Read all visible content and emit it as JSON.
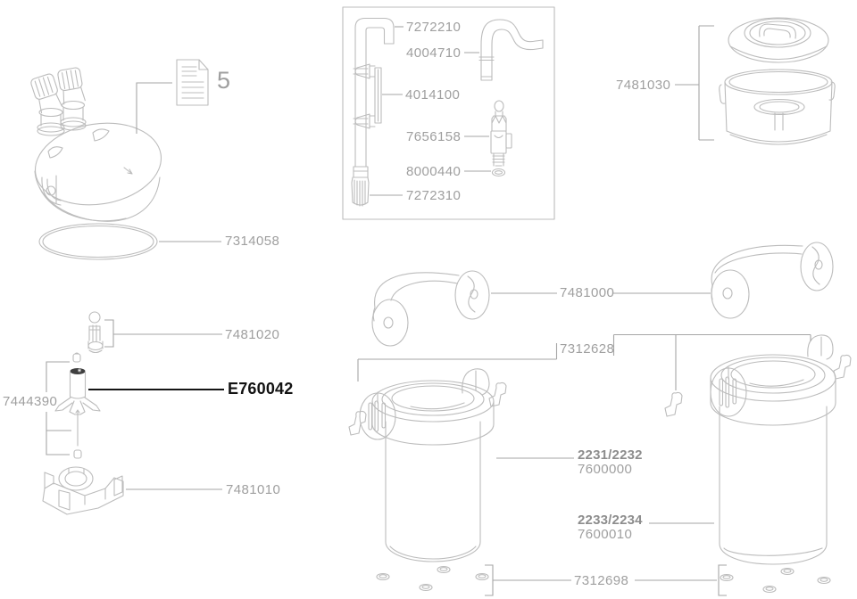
{
  "page": {
    "background": "#ffffff",
    "type": "exploded-parts-diagram"
  },
  "colors": {
    "artwork_line": "#bcbcbc",
    "leader_line": "#a6a6a6",
    "label_text": "#9f9f9f",
    "model_label_text": "#8d8d8d",
    "highlight_label_text": "#121212"
  },
  "labels": {
    "manual": "5",
    "lid_oring": "7314058",
    "intake_pipe": "7272210",
    "outlet_elbow": "4004710",
    "installation_kit": "4014100",
    "tap_connector": "7656158",
    "tap_oring": "8000440",
    "strainer": "7272310",
    "filter_basket": "7481030",
    "vent_valve": "7481020",
    "impeller": "E760042",
    "shaft_set": "7444390",
    "pump_cover": "7481010",
    "carry_handle": "7481000",
    "clip_set": "7312628",
    "model_small": "2231/2232",
    "canister_small": "7600000",
    "model_large": "2233/2234",
    "canister_large": "7600010",
    "rubber_feet": "7312698"
  }
}
